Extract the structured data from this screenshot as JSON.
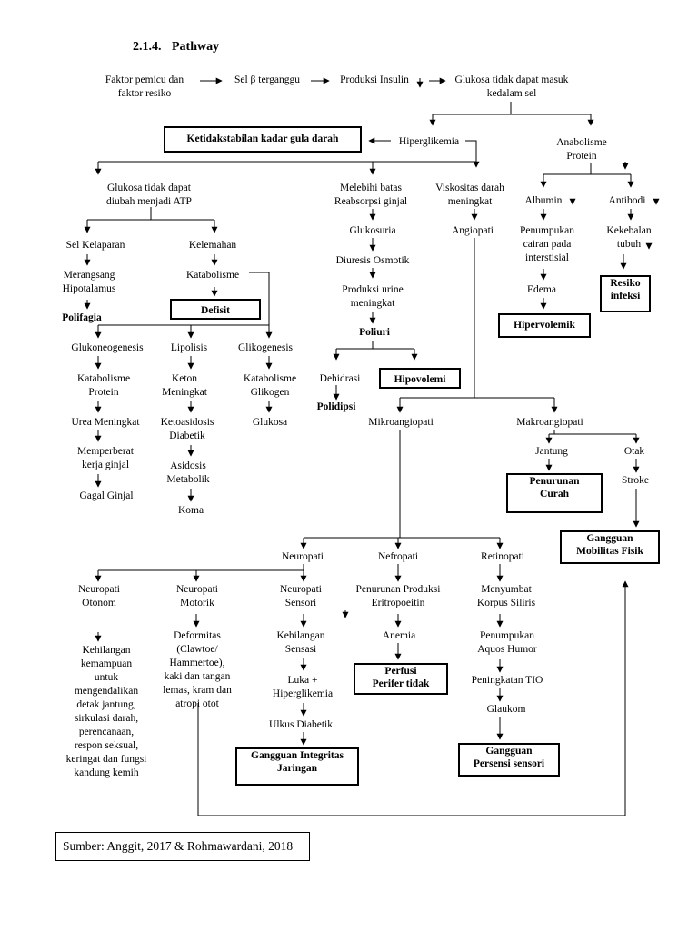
{
  "section": {
    "number": "2.1.4.",
    "title": "Pathway"
  },
  "nodes": {
    "faktor": "Faktor pemicu dan\nfaktor resiko",
    "sel_beta": "Sel β terganggu",
    "produksi_insulin": "Produksi Insulin",
    "glukosa_tidak_masuk": "Glukosa tidak dapat masuk\nkedalam  sel",
    "hiperglikemia": "Hiperglikemia",
    "anabolisme": "Anabolisme\nProtein",
    "glukosa_atp": "Glukosa tidak dapat\ndiubah menjadi ATP",
    "reabsorpsi": "Melebihi batas\nReabsorpsi ginjal",
    "viskositas": "Viskositas darah\nmeningkat",
    "albumin": "Albumin",
    "antibodi": "Antibodi",
    "sel_kelaparan": "Sel Kelaparan",
    "kelemahan": "Kelemahan",
    "glukosuria": "Glukosuria",
    "angiopati": "Angiopati",
    "penumpukan_cairan": "Penumpukan\ncairan pada\ninterstisial",
    "kekebalan": "Kekebalan\ntubuh",
    "merangsang": "Merangsang\nHipotalamus",
    "katabolisme": "Katabolisme",
    "diuresis": "Diuresis Osmotik",
    "produksi_urine": "Produksi urine\nmeningkat",
    "edema": "Edema",
    "polifagia": "Polifagia",
    "poliuri": "Poliuri",
    "glukoneogenesis": "Glukoneogenesis",
    "lipolisis": "Lipolisis",
    "glikogenesis": "Glikogenesis",
    "katabolisme_protein": "Katabolisme\nProtein",
    "keton": "Keton\nMeningkat",
    "katabolisme_glikogen": "Katabolisme\nGlikogen",
    "dehidrasi": "Dehidrasi",
    "polidipsi": "Polidipsi",
    "mikroangiopati": "Mikroangiopati",
    "makroangiopati": "Makroangiopati",
    "urea": "Urea Meningkat",
    "ketoasidosis": "Ketoasidosis\nDiabetik",
    "glukosa": "Glukosa",
    "memperberat": "Memperberat\nkerja ginjal",
    "asidosis": "Asidosis\nMetabolik",
    "jantung": "Jantung",
    "otak": "Otak",
    "gagal_ginjal": "Gagal Ginjal",
    "stroke": "Stroke",
    "koma": "Koma",
    "neuropati": "Neuropati",
    "nefropati": "Nefropati",
    "retinopati": "Retinopati",
    "neuropati_otonom": "Neuropati\nOtonom",
    "neuropati_motorik": "Neuropati\nMotorik",
    "neuropati_sensori": "Neuropati\nSensori",
    "penurunan_eritropoeitin": "Penurunan Produksi\nEritropoeitin",
    "menyumbat": "Menyumbat\nKorpus Siliris",
    "kehilangan_kemampuan": "Kehilangan\nkemampuan\nuntuk\nmengendalikan\ndetak jantung,\nsirkulasi darah,\nperencanaan,\nrespon seksual,\nkeringat dan fungsi\nkandung kemih",
    "deformitas": "Deformitas\n(Clawtoe/\nHammertoe),\nkaki dan tangan\nlemas, kram dan\natropi otot",
    "kehilangan_sensasi": "Kehilangan\nSensasi",
    "anemia": "Anemia",
    "penumpukan_aquos": "Penumpukan\nAquos Humor",
    "luka": "Luka +\nHiperglikemia",
    "tio": "Peningkatan TIO",
    "ulkus": "Ulkus Diabetik",
    "glaukom": "Glaukom"
  },
  "diagnoses": {
    "ketidakstabilan": "Ketidakstabilan kadar gula darah",
    "resiko_infeksi": "Resiko\ninfeksi",
    "defisit": "Defisit",
    "hipervolemik": "Hipervolemik",
    "hipovolemi": "Hipovolemi",
    "penurunan_curah": "Penurunan\nCurah",
    "gangguan_mobilitas": "Gangguan\nMobilitas Fisik",
    "perfusi": "Perfusi\nPerifer tidak",
    "gangguan_integritas": "Gangguan Integritas\nJaringan",
    "gangguan_persepsi": "Gangguan\nPersensi sensori"
  },
  "source": "Sumber: Anggit, 2017 & Rohmawardani, 2018"
}
